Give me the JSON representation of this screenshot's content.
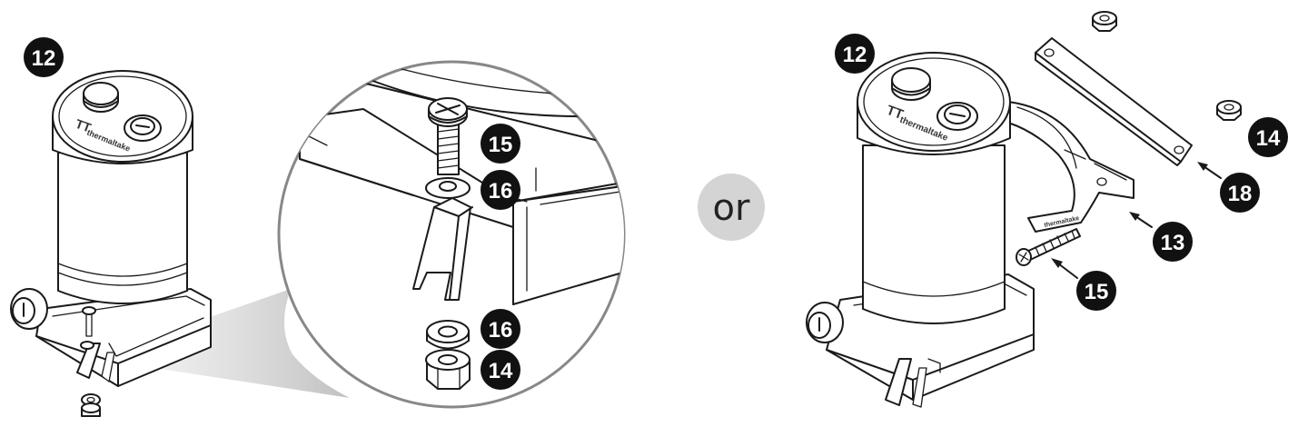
{
  "left_figure": {
    "reservoir_label": "12",
    "brand_text": "thermaltake",
    "zoom_callouts": {
      "screw": "15",
      "washer_top": "16",
      "washer_bottom": "16",
      "nut": "14"
    }
  },
  "separator_text": "or",
  "right_figure": {
    "reservoir_label": "12",
    "brand_text": "thermaltake",
    "clamp_brand_text": "thermaltake",
    "callouts": {
      "nut": "14",
      "bar": "18",
      "clamp": "13",
      "screw": "15"
    }
  },
  "colors": {
    "badge": "#111111",
    "line": "#1a1a1a",
    "or_circle": "#d4d4d4",
    "shadow": "#cfcfcf"
  }
}
